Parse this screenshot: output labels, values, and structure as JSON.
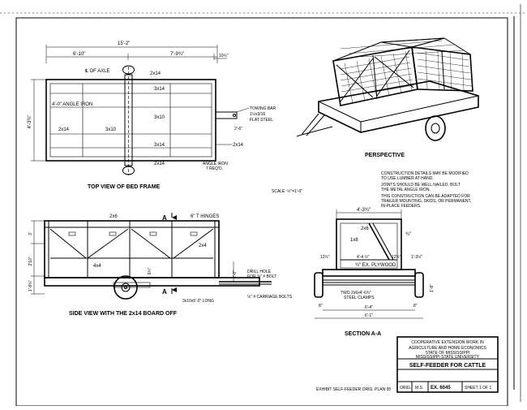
{
  "top_view": {
    "title": "TOP VIEW OF BED FRAME",
    "dim_overall": "15'-2\"",
    "dim_left": "6'-10\"",
    "dim_mid": "7'-9¾\"",
    "dim_right": "10½\"",
    "dim_height": "4'-3¾\"",
    "axle_label": "℄ OF AXLE",
    "angle_label": "4'-0\" ANGLE IRON",
    "lbl_2x14_top": "2x14",
    "lbl_3x14_a": "3x14",
    "lbl_3x10_a": "3x10",
    "lbl_3x10_b": "3x10",
    "lbl_2x14_left": "2x14",
    "lbl_3x14_b": "3x14",
    "lbl_2x14_bot": "2x14",
    "lbl_2x14_right": "2x14",
    "towing_bar": "TOWING BAR",
    "towing_bar_size": "1½x3/16",
    "towing_bar_mat": "FLAT STEEL",
    "tow_dim": "2'-6\"",
    "angle_iron_req": "ANGLE IRON",
    "angle_iron_req2": "7 REQ'D."
  },
  "perspective": {
    "title": "PERSPECTIVE"
  },
  "scale": "SCALE: ½\"=1'-0\"",
  "notes": [
    "CONSTRUCTION DETAILS MAY BE MODIFIED",
    "TO USE LUMBER AT HAND.",
    "JOINTS SHOULD BE WELL NAILED. BOLT",
    "THE METAL ANGLE IRON.",
    "THIS CONSTRUCTION CAN BE ADAPTED FOR",
    "TRAILER MOUNTING, SKIDS, OR PERMANENT,",
    "IN-PLACE FEEDERS."
  ],
  "side_view": {
    "title": "SIDE VIEW WITH THE 2x14 BOARD OFF",
    "lbl_2x6_top": "2x6",
    "lbl_section_a_top": "A",
    "lbl_section_a_bot": "A",
    "lbl_hinges": "6\" T HINGES",
    "lbl_2x4": "2x4",
    "lbl_4x4": "4x4",
    "dim_top": "3'",
    "dim_mid": "2'10\"",
    "dim_bot": "1'-8¾\"",
    "dim_small": "6¼\"",
    "dim_right": "2'-0\"",
    "lbl_drill": "DRILL HOLE",
    "lbl_drill2": "FOR ⅝\" # BOLT",
    "lbl_axle": "3x10x5'-0\" LONG",
    "lbl_carriage": "½\" # CARRIAGE BOLTS"
  },
  "section": {
    "title": "SECTION A-A",
    "dim_top": "4'-3¾\"",
    "lbl_2x6": "2x6",
    "lbl_1x8": "1x8",
    "lbl_3_4": "¾\"",
    "lbl_plywood": "¾\" EX. PLYWOOD",
    "dim_l": "12½\"",
    "dim_c": "4'-4 ½\"",
    "dim_r": "12½\"",
    "dim_r2": "1'-3½\"",
    "lbl_steel": "TWO 2x6x4'-6¾\"",
    "lbl_steel2": "STEEL CLAMPS",
    "dim_wheel_l": "8\"",
    "dim_bottom1": "6'-4\"",
    "dim_bottom2": "6'-1\"",
    "dim_side": "1'-8\"",
    "lbl_8": "8\""
  },
  "title_block": {
    "line1": "COOPERATIVE EXTENSION WORK IN",
    "line2": "AGRICULTURE AND HOME ECONOMICS",
    "line3": "STATE OF MISSISSIPPI",
    "line4": "MISSISSIPPI STATE UNIVERSITY",
    "title": "SELF-FEEDER FOR CATTLE",
    "orig_label": "ORIG.",
    "orig_val": "M.S.",
    "plan_no": "EX. 6045",
    "sheet": "SHEET 1 OF 1"
  },
  "footer": "EXHIBIT SELF-FEEDER ORIG. PLAN 95"
}
